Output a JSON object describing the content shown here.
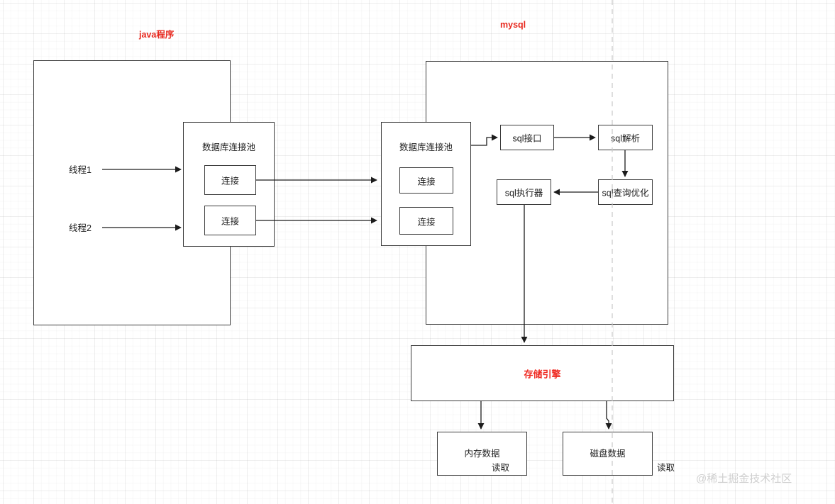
{
  "diagram": {
    "titles": {
      "java": "java程序",
      "mysql": "mysql"
    },
    "java_section": {
      "threads": [
        "线程1",
        "线程2"
      ],
      "pool_label": "数据库连接池",
      "connections": [
        "连接",
        "连接"
      ]
    },
    "mysql_section": {
      "pool_label": "数据库连接池",
      "connections": [
        "连接",
        "连接"
      ],
      "stages": [
        {
          "id": "sql-interface",
          "label": "sql接口"
        },
        {
          "id": "sql-parse",
          "label": "sql解析"
        },
        {
          "id": "sql-query-optimize",
          "label": "sql查询优化"
        },
        {
          "id": "sql-executor",
          "label": "sql执行器"
        }
      ]
    },
    "storage": {
      "engine_label": "存储引擎",
      "stores": [
        {
          "id": "memory-data",
          "label": "内存数据",
          "read_label": "读取"
        },
        {
          "id": "disk-data",
          "label": "磁盘数据",
          "read_label": "读取"
        }
      ]
    },
    "watermark": "@稀土掘金技术社区",
    "colors": {
      "title_red": "#e8291f",
      "engine_red": "#ef2b23",
      "stroke": "#3b3b3b",
      "watermark": "#cfcfcf"
    }
  }
}
